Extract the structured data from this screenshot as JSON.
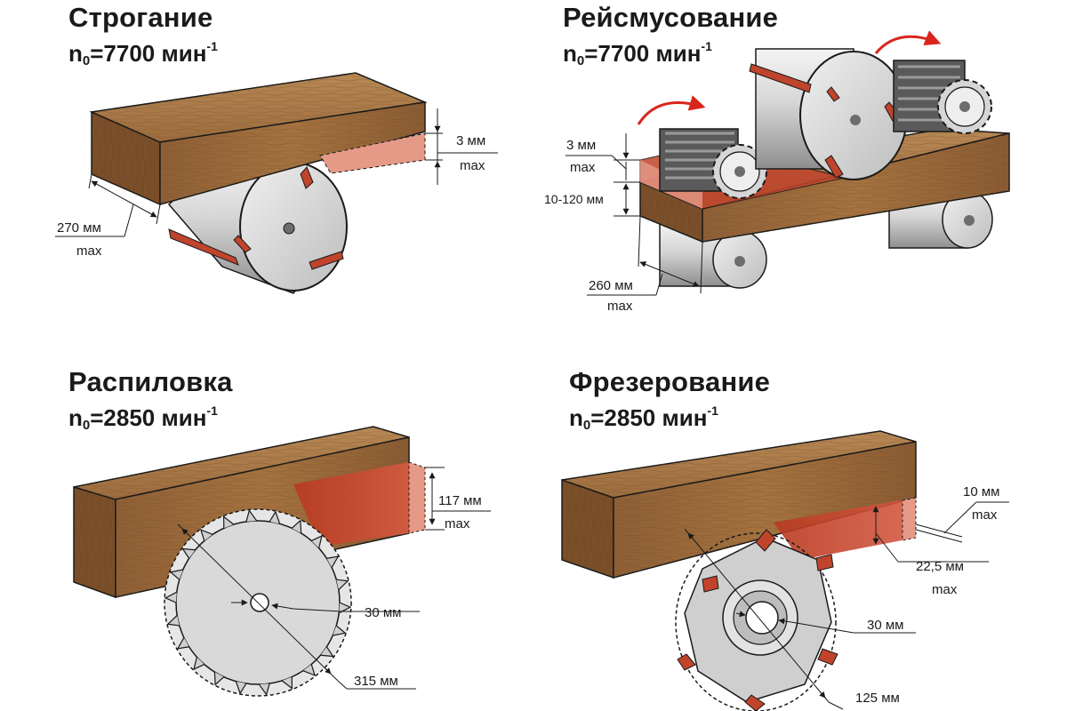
{
  "panels": {
    "planing": {
      "title": "Строгание",
      "speed_prefix": "n",
      "speed_sub": "0",
      "speed_value": "=7700 мин",
      "speed_sup": "-1",
      "depth_value": "3 мм",
      "depth_max": "max",
      "width_value": "270 мм",
      "width_max": "max"
    },
    "thicknessing": {
      "title": "Рейсмусование",
      "speed_prefix": "n",
      "speed_sub": "0",
      "speed_value": "=7700 мин",
      "speed_sup": "-1",
      "depth_value": "3 мм",
      "depth_max": "max",
      "height_range": "10-120 мм",
      "width_value": "260 мм",
      "width_max": "max"
    },
    "sawing": {
      "title": "Распиловка",
      "speed_prefix": "n",
      "speed_sub": "0",
      "speed_value": "=2850 мин",
      "speed_sup": "-1",
      "cut_depth_value": "117 мм",
      "cut_depth_max": "max",
      "bore_value": "30 мм",
      "blade_value": "315 мм"
    },
    "milling": {
      "title": "Фрезерование",
      "speed_prefix": "n",
      "speed_sub": "0",
      "speed_value": "=2850 мин",
      "speed_sup": "-1",
      "width_value": "10 мм",
      "width_max": "max",
      "depth_value": "22,5 мм",
      "depth_max": "max",
      "bore_value": "30 мм",
      "cutter_value": "125 мм"
    }
  },
  "colors": {
    "wood": "#9a6b3e",
    "wood_dark": "#6e4724",
    "wood_top": "#b5834f",
    "cut_zone": "#c0442c",
    "cut_zone_light": "#e59a88",
    "steel": "#d9d9d9",
    "steel_dark": "#8f8f8f",
    "arrow_red": "#d8261c",
    "outline": "#1a1a1a"
  }
}
